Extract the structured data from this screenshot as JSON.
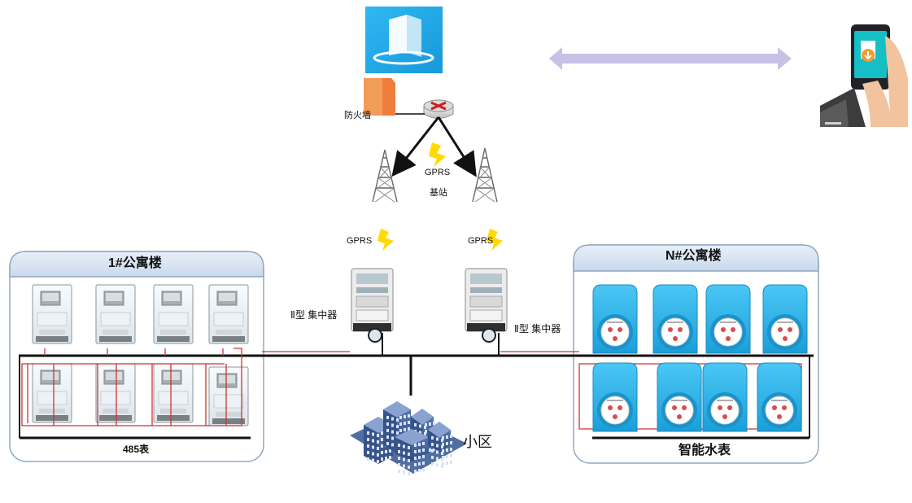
{
  "labels": {
    "firewall": "防火墙",
    "gprs_top": "GPRS",
    "base_station": "基站",
    "gprs_left": "GPRS",
    "gprs_right": "GPRS",
    "concentrator_left": "Ⅱ型 集中器",
    "concentrator_right": "Ⅱ型 集中器",
    "apartment_left": "1#公寓楼",
    "apartment_right": "N#公寓楼",
    "meter_left_caption": "485表",
    "meter_right_caption": "智能水表",
    "residential_area": "小区"
  },
  "colors": {
    "server": "#1fa8e8",
    "panel_header": "#c9d8ea",
    "panel_border": "#8fa7c3",
    "arrow": "#c8c1e6",
    "wire": "#111111",
    "wire_red": "#cc3333",
    "water_meter": "#34b8ef",
    "building": "#3f5e96"
  },
  "icons": {
    "server": "server-icon",
    "phone": "mobile-phone-icon",
    "firewall": "firewall-icon",
    "router": "router-icon",
    "tower": "cell-tower-icon",
    "lightning": "lightning-icon",
    "concentrator": "concentrator-device-icon",
    "electric_meter": "electric-meter-icon",
    "water_meter": "water-meter-icon",
    "buildings": "residential-buildings-icon"
  }
}
